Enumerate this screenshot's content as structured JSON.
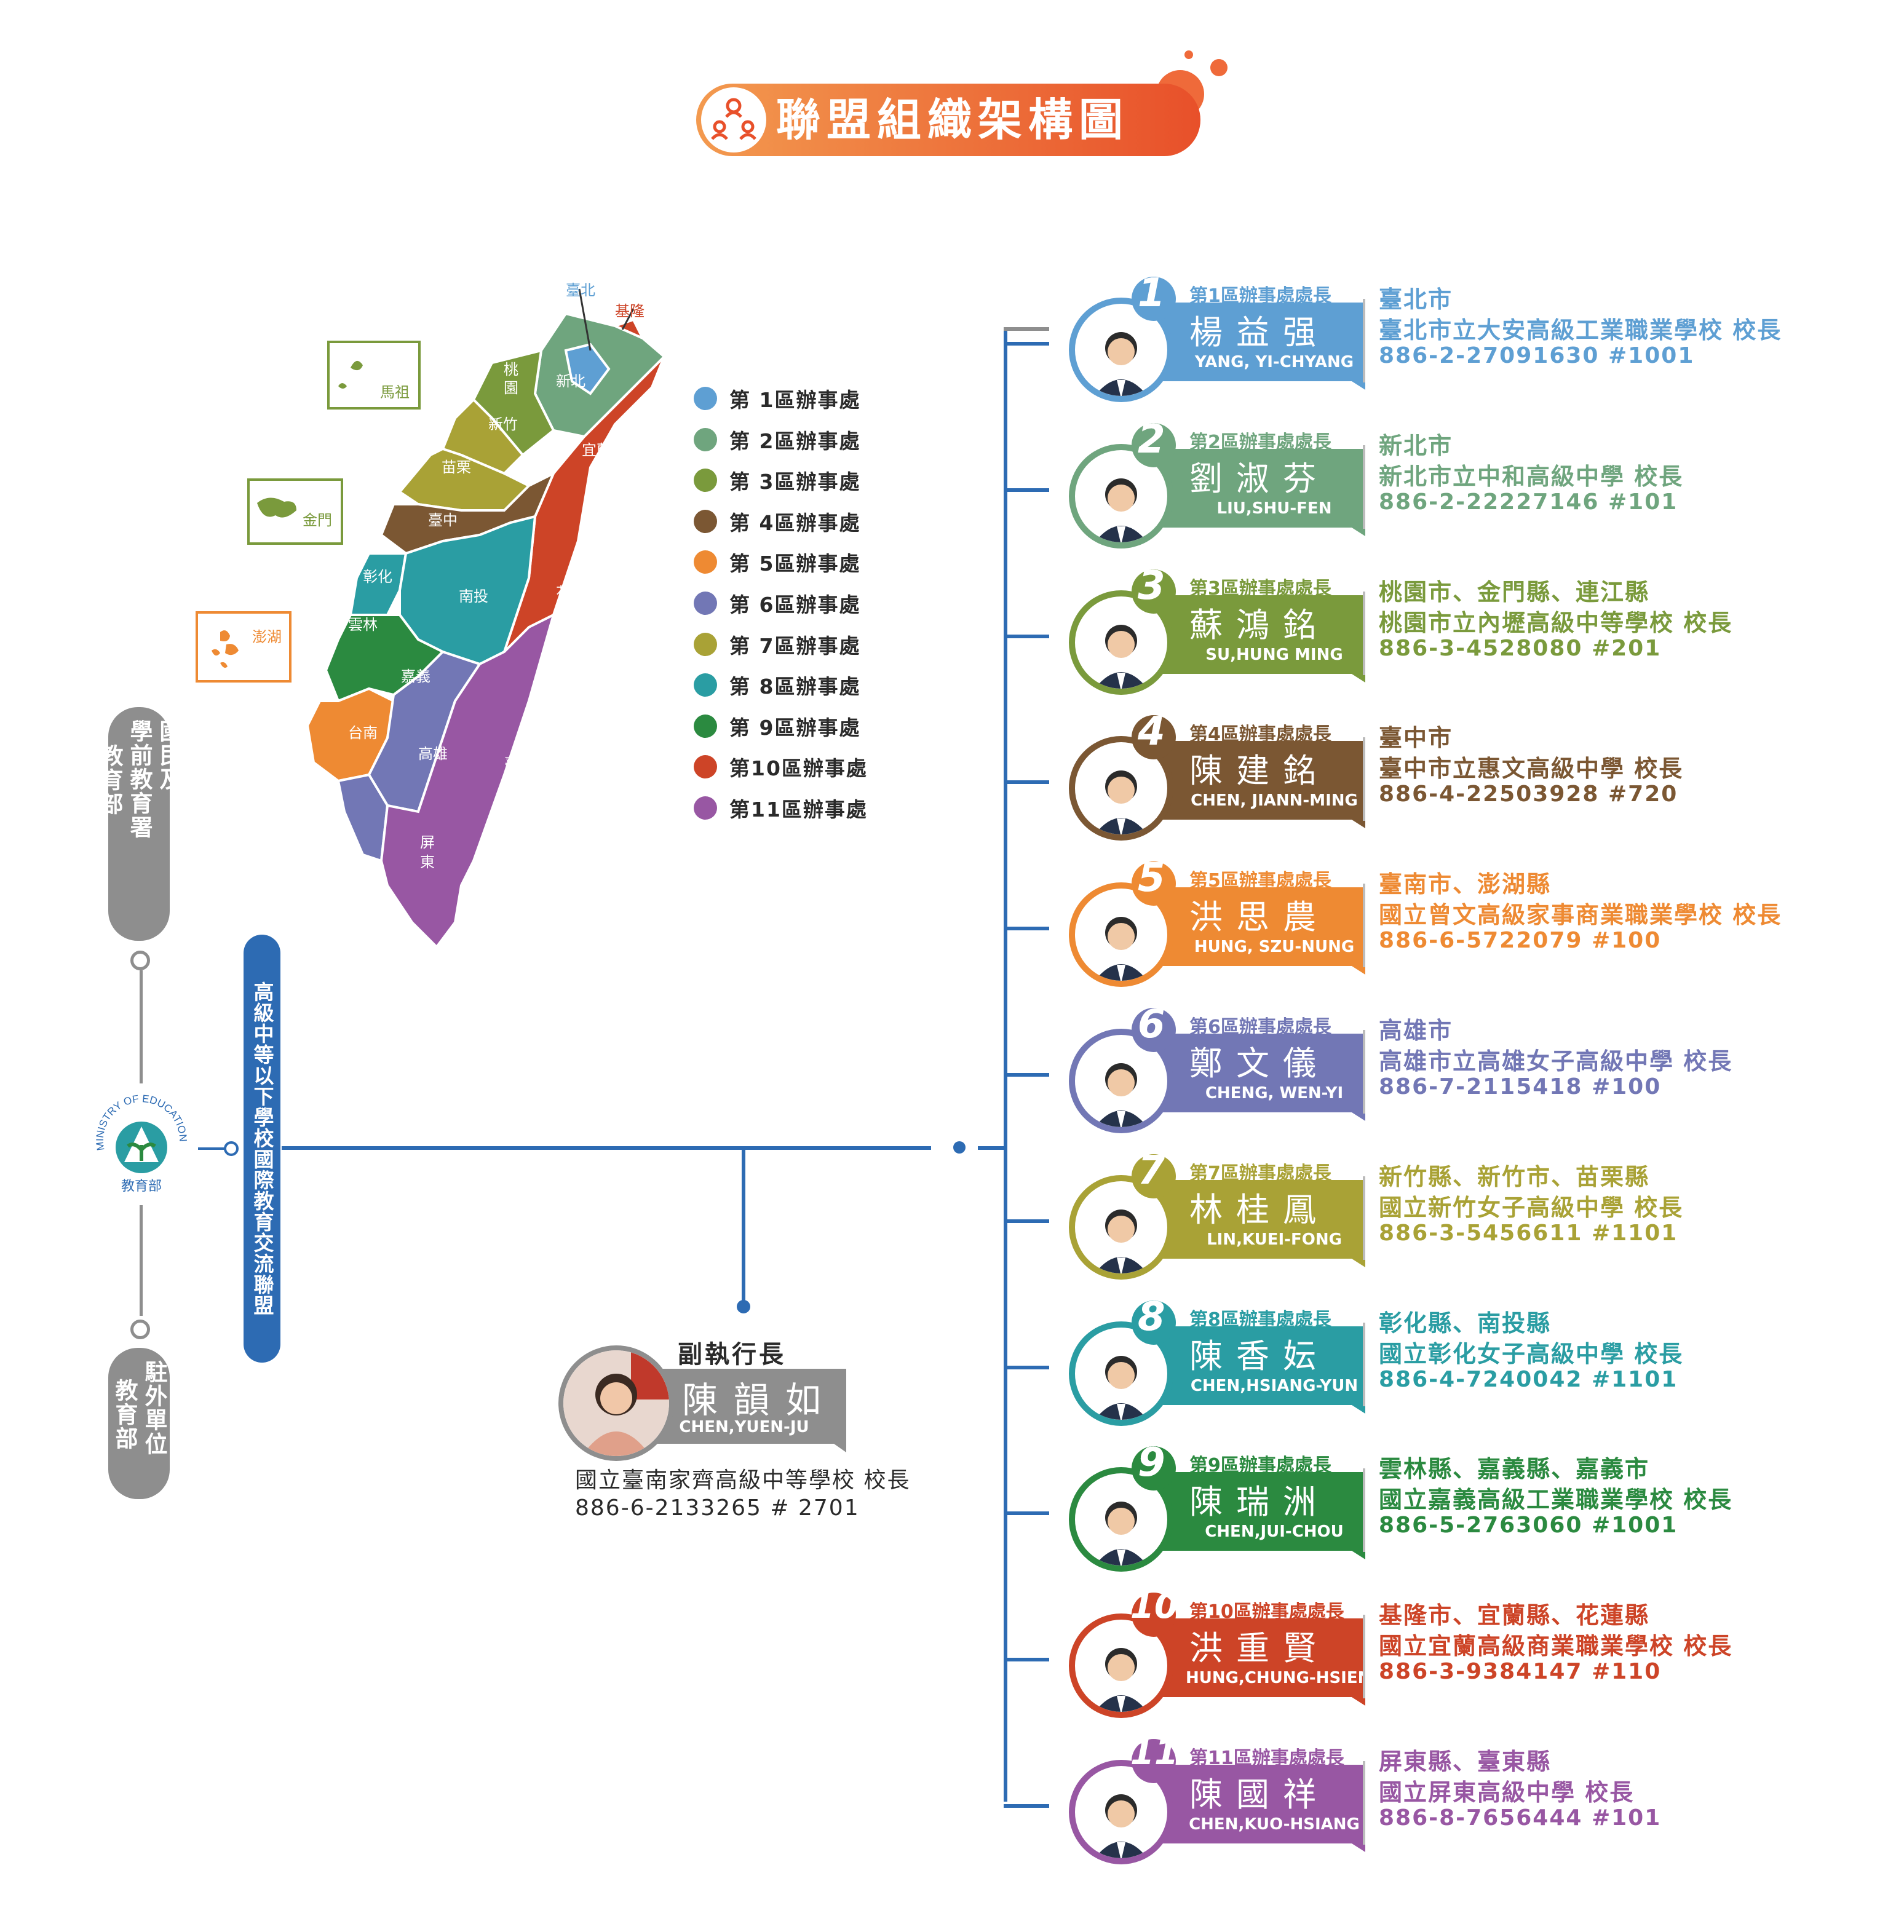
{
  "title": "聯盟組織架構圖",
  "map": {
    "regions": {
      "taipei": "臺北",
      "keelung": "基隆",
      "newtaipei": "新北",
      "taoyuan": "桃\n園",
      "hsinchu": "新竹",
      "yilan": "宜蘭",
      "miaoli": "苗栗",
      "taichung": "臺中",
      "changhua": "彰化",
      "nantou": "南投",
      "hualien": "花蓮",
      "yunlin": "雲林",
      "chiayi": "嘉義",
      "tainan": "台南",
      "kaohsiung": "高雄",
      "taitung": "臺東",
      "pingtung": "屏\n東",
      "matsu": "馬祖",
      "kinmen": "金門",
      "penghu": "澎湖"
    }
  },
  "legend": [
    {
      "label": "第 1區辦事處",
      "color": "#5e9fd3"
    },
    {
      "label": "第 2區辦事處",
      "color": "#6fa57e"
    },
    {
      "label": "第 3區辦事處",
      "color": "#7a9a3c"
    },
    {
      "label": "第 4區辦事處",
      "color": "#7b5733"
    },
    {
      "label": "第 5區辦事處",
      "color": "#ee8a33"
    },
    {
      "label": "第 6區辦事處",
      "color": "#7277b5"
    },
    {
      "label": "第 7區辦事處",
      "color": "#a9a236"
    },
    {
      "label": "第 8區辦事處",
      "color": "#2a9da3"
    },
    {
      "label": "第 9區辦事處",
      "color": "#2b8a40"
    },
    {
      "label": "第10區辦事處",
      "color": "#cd4427"
    },
    {
      "label": "第11區辦事處",
      "color": "#9857a3"
    }
  ],
  "left": {
    "top_pill": [
      "國民及",
      "學前教育署",
      "教育部"
    ],
    "bottom_pill": [
      "駐外單位",
      "教育部"
    ],
    "union": "高級中等以下學校國際教育交流聯盟",
    "moe_ring": "MINISTRY OF EDUCATION",
    "moe_name": "教育部"
  },
  "vice": {
    "title": "副執行長",
    "name": "陳韻如",
    "en_name": "CHEN,YUEN-JU",
    "school": "國立臺南家齊高級中等學校  校長",
    "phone": "886-6-2133265 # 2701"
  },
  "directors": [
    {
      "num": "1",
      "title": "第1區辦事處處長",
      "name": "楊益强",
      "en": "YANG, YI-CHYANG",
      "area": "臺北市",
      "school": "臺北市立大安高級工業職業學校  校長",
      "phone": "886-2-27091630  #1001",
      "color": "#5e9fd3"
    },
    {
      "num": "2",
      "title": "第2區辦事處處長",
      "name": "劉淑芬",
      "en": "LIU,SHU-FEN",
      "area": "新北市",
      "school": "新北市立中和高級中學  校長",
      "phone": "886-2-22227146  #101",
      "color": "#6fa57e"
    },
    {
      "num": "3",
      "title": "第3區辦事處處長",
      "name": "蘇鴻銘",
      "en": "SU,HUNG MING",
      "area": "桃園市、金門縣、連江縣",
      "school": "桃園市立內壢高級中等學校  校長",
      "phone": "886-3-4528080  #201",
      "color": "#7a9a3c"
    },
    {
      "num": "4",
      "title": "第4區辦事處處長",
      "name": "陳建銘",
      "en": "CHEN, JIANN-MING",
      "area": "臺中市",
      "school": "臺中市立惠文高級中學  校長",
      "phone": "886-4-22503928  #720",
      "color": "#7b5733"
    },
    {
      "num": "5",
      "title": "第5區辦事處處長",
      "name": "洪思農",
      "en": "HUNG, SZU-NUNG",
      "area": "臺南市、澎湖縣",
      "school": "國立曾文高級家事商業職業學校  校長",
      "phone": "886-6-5722079  #100",
      "color": "#ee8a33"
    },
    {
      "num": "6",
      "title": "第6區辦事處處長",
      "name": "鄭文儀",
      "en": "CHENG, WEN-YI",
      "area": "高雄市",
      "school": "高雄市立高雄女子高級中學  校長",
      "phone": "886-7-2115418  #100",
      "color": "#7277b5"
    },
    {
      "num": "7",
      "title": "第7區辦事處處長",
      "name": "林桂鳳",
      "en": "LIN,KUEI-FONG",
      "area": "新竹縣、新竹市、苗栗縣",
      "school": "國立新竹女子高級中學  校長",
      "phone": "886-3-5456611  #1101",
      "color": "#a9a236"
    },
    {
      "num": "8",
      "title": "第8區辦事處處長",
      "name": "陳香妘",
      "en": "CHEN,HSIANG-YUN",
      "area": "彰化縣、南投縣",
      "school": "國立彰化女子高級中學  校長",
      "phone": "886-4-7240042  #1101",
      "color": "#2a9da3"
    },
    {
      "num": "9",
      "title": "第9區辦事處處長",
      "name": "陳瑞洲",
      "en": "CHEN,JUI-CHOU",
      "area": "雲林縣、嘉義縣、嘉義市",
      "school": "國立嘉義高級工業職業學校  校長",
      "phone": "886-5-2763060  #1001",
      "color": "#2b8a40"
    },
    {
      "num": "10",
      "title": "第10區辦事處處長",
      "name": "洪重賢",
      "en": "HUNG,CHUNG-HSIEN",
      "area": "基隆市、宜蘭縣、花蓮縣",
      "school": "國立宜蘭高級商業職業學校  校長",
      "phone": "886-3-9384147  #110",
      "color": "#cd4427"
    },
    {
      "num": "11",
      "title": "第11區辦事處處長",
      "name": "陳國祥",
      "en": "CHEN,KUO-HSIANG",
      "area": "屏東縣、臺東縣",
      "school": "國立屏東高級中學  校長",
      "phone": "886-8-7656444  #101",
      "color": "#9857a3"
    }
  ]
}
